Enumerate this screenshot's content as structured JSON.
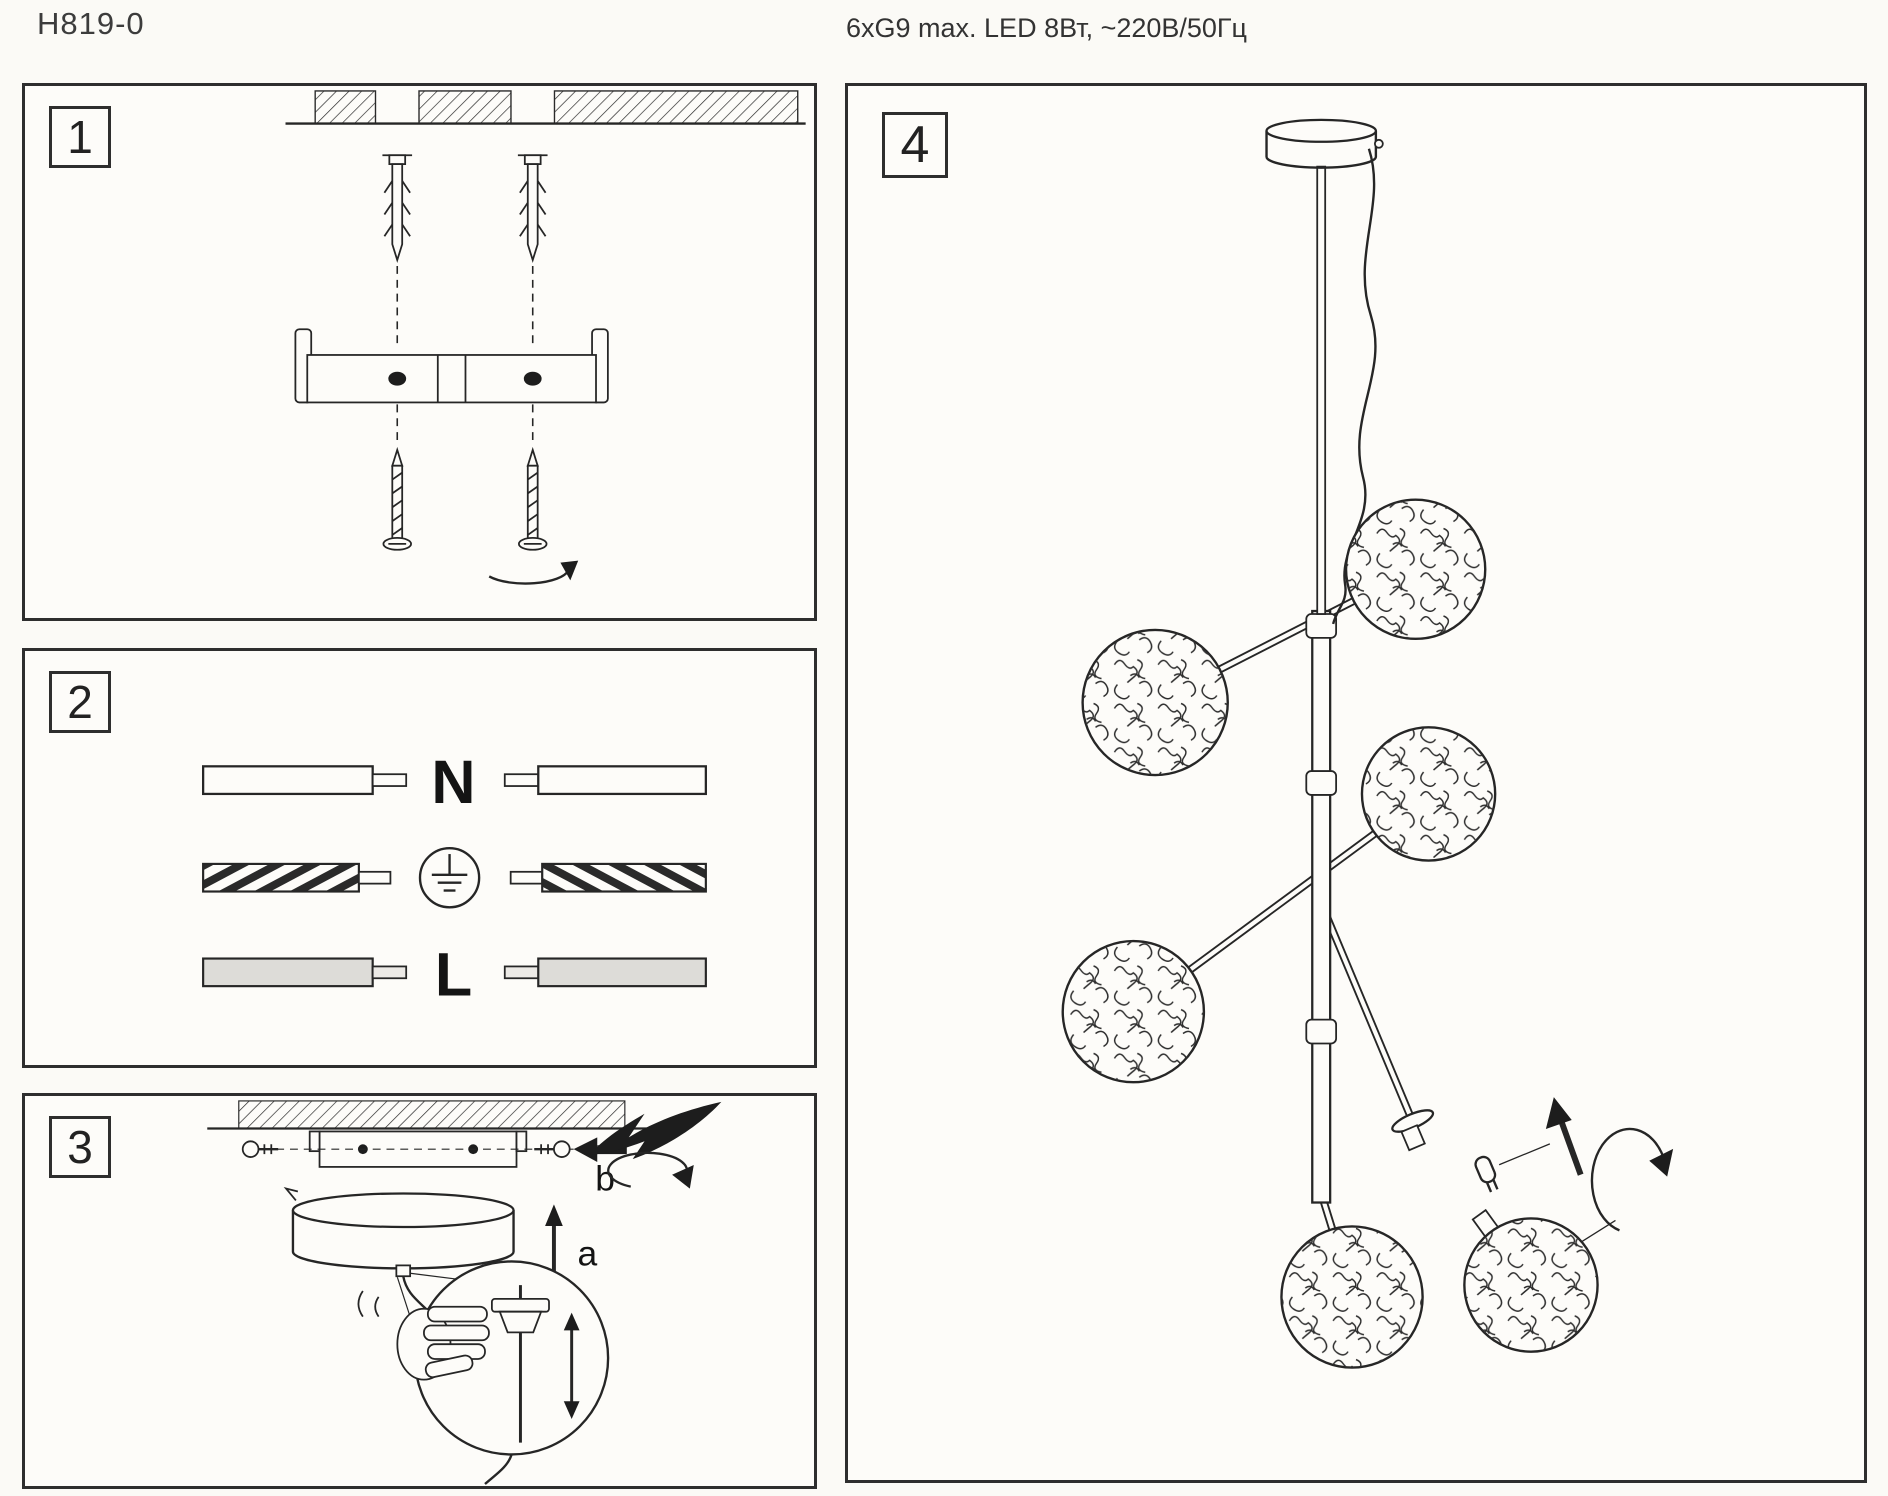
{
  "page": {
    "model": "H819-0",
    "spec": "6xG9 max. LED 8Вт, ~220В/50Гц"
  },
  "steps": {
    "one": {
      "number": "1"
    },
    "two": {
      "number": "2",
      "labels": {
        "neutral": "N",
        "live": "L"
      },
      "ground_icon": "earth-ground-symbol"
    },
    "three": {
      "number": "3",
      "labels": {
        "lift": "a",
        "push": "b"
      }
    },
    "four": {
      "number": "4"
    }
  }
}
